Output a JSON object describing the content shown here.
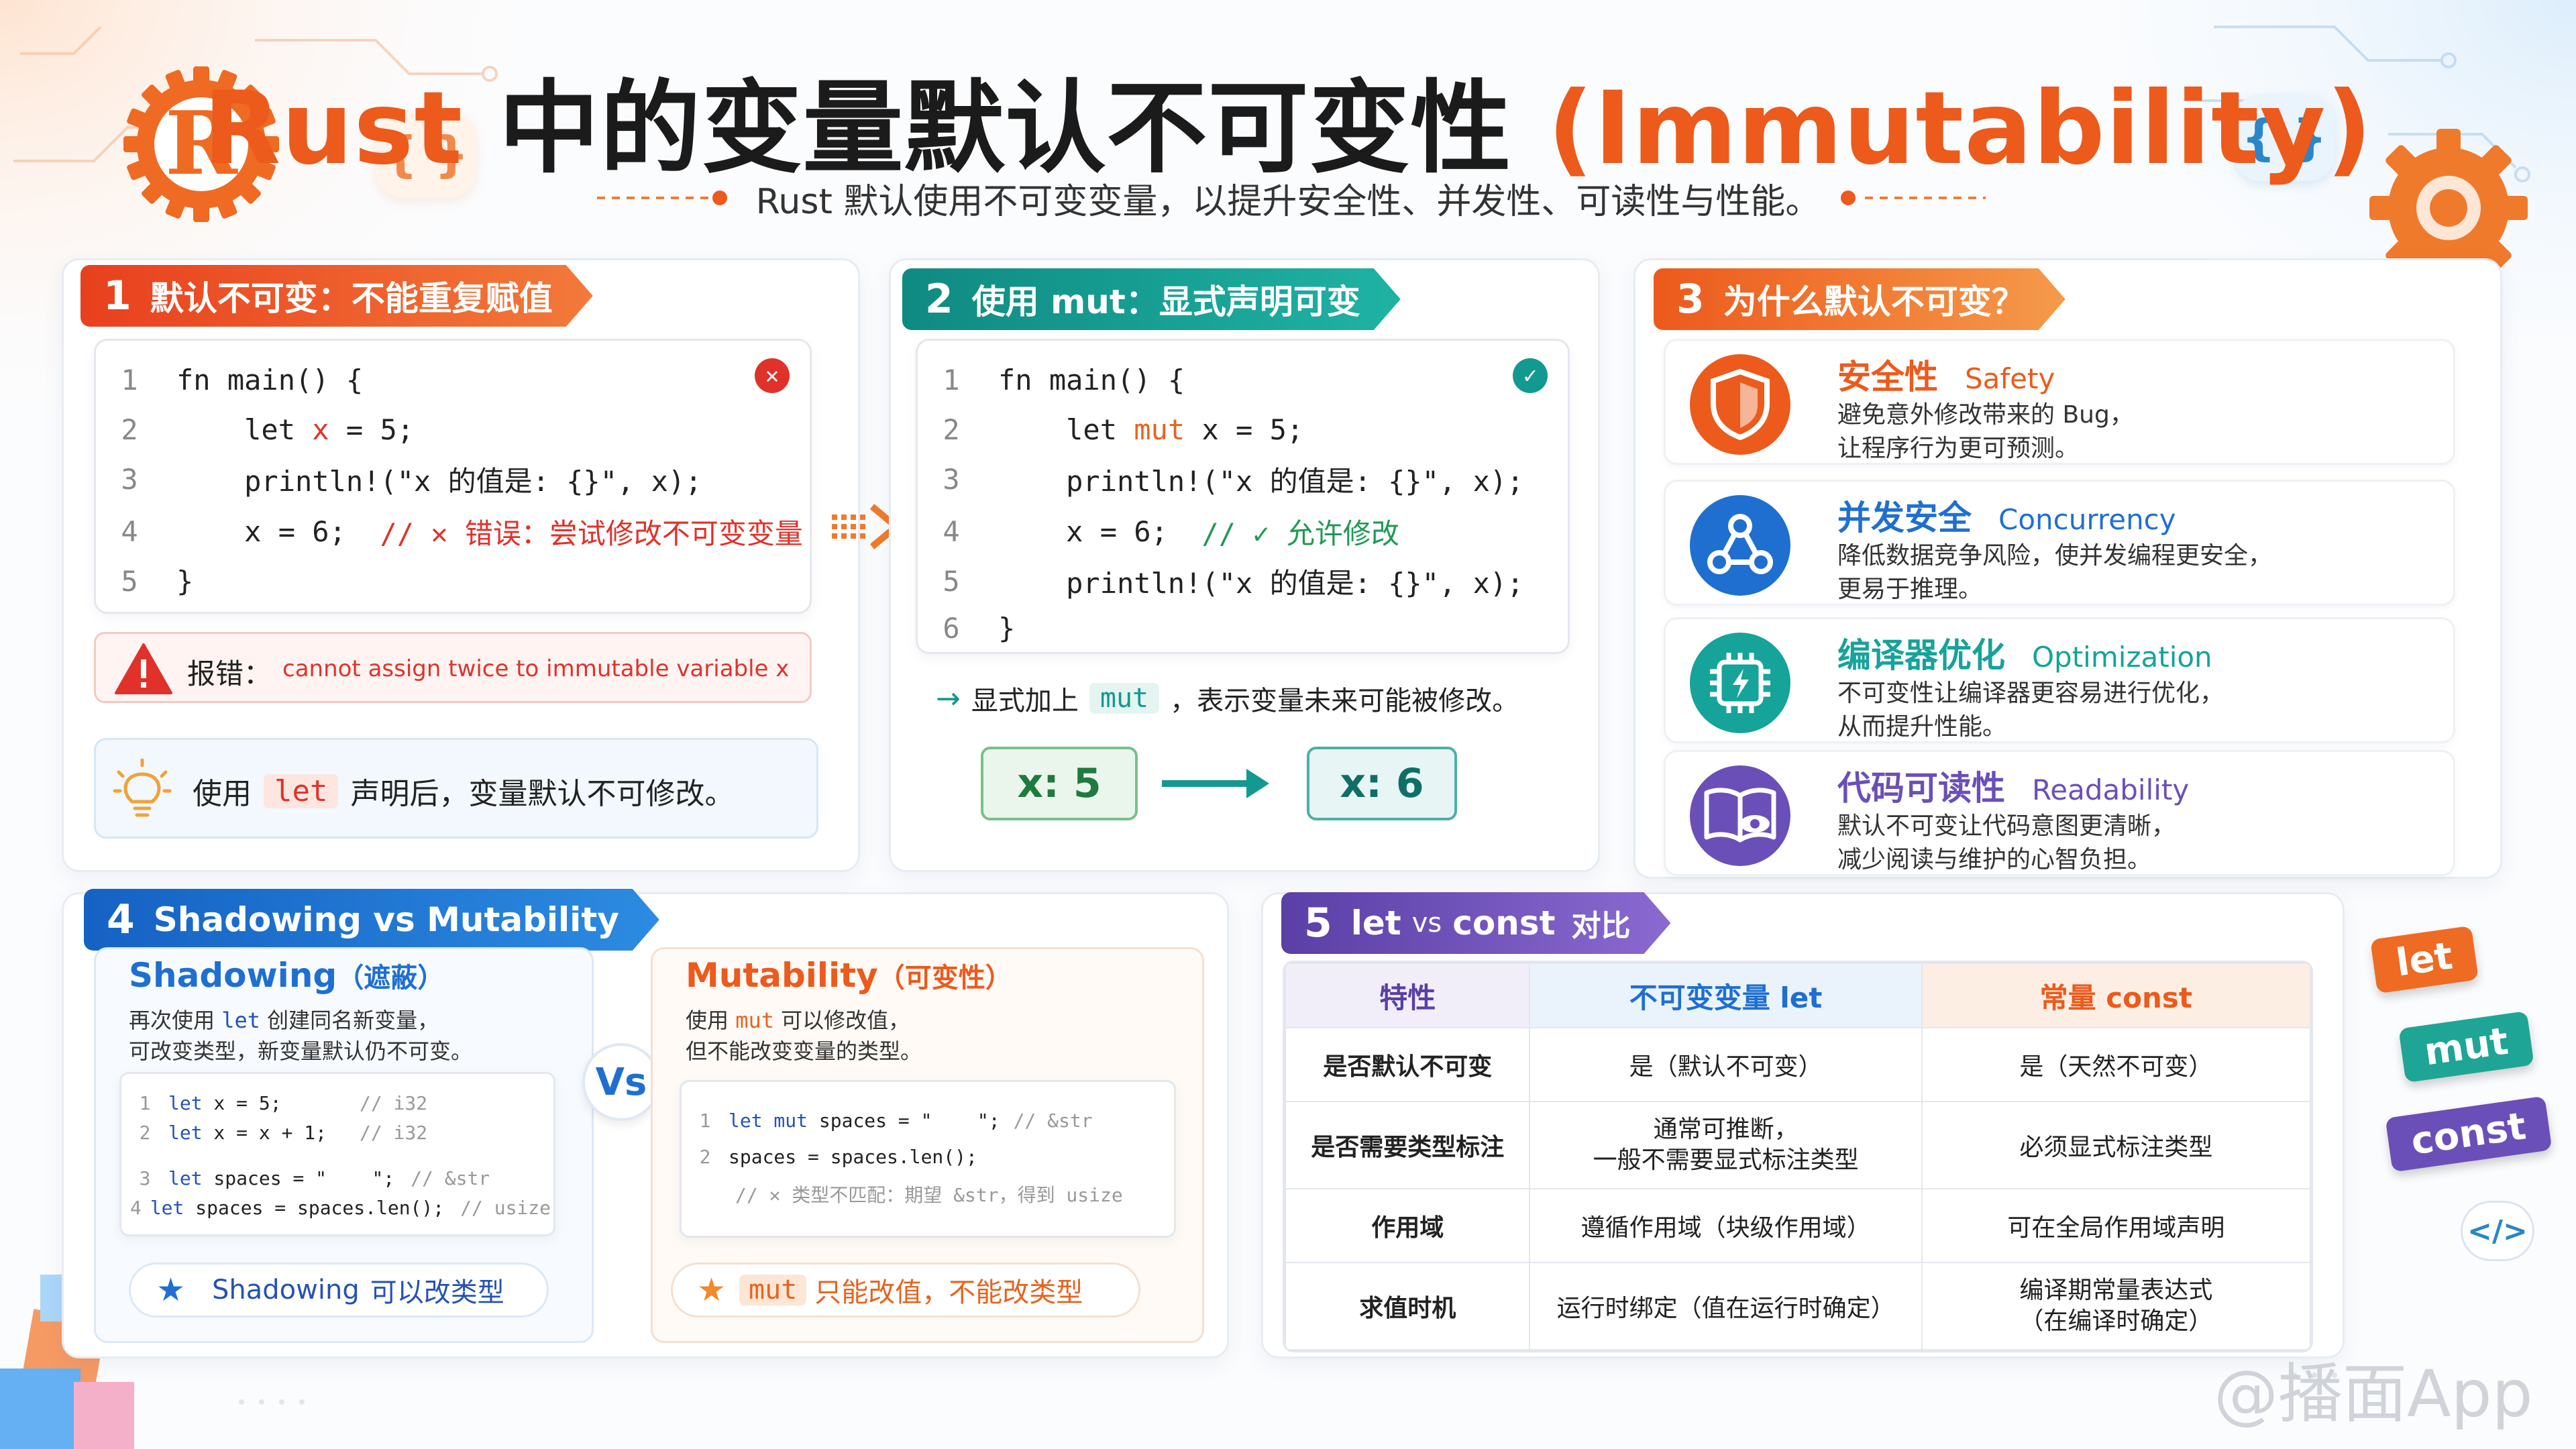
{
  "header": {
    "title_parts": [
      "Rust",
      "中的变量默认不可变性",
      "(Immutability)"
    ],
    "subtitle": "Rust 默认使用不可变变量，以提升安全性、并发性、可读性与性能。",
    "logo_letter": "R",
    "braces": "{ }"
  },
  "s1": {
    "num": "1",
    "title": "默认不可变：不能重复赋值",
    "code": [
      {
        "ln": "1",
        "pre": "fn main() {",
        "mid": "",
        "post": ""
      },
      {
        "ln": "2",
        "pre": "    let ",
        "mid": "x",
        "post": " = 5;"
      },
      {
        "ln": "3",
        "pre": "    println!(\"x 的值是: {}\", x);",
        "mid": "",
        "post": ""
      },
      {
        "ln": "4",
        "pre": "    x = 6;  ",
        "mid": "// ✕ 错误：尝试修改不可变变量",
        "post": ""
      },
      {
        "ln": "5",
        "pre": "}",
        "mid": "",
        "post": ""
      }
    ],
    "error_label": "报错：",
    "error_text": "cannot assign twice to immutable variable x",
    "tip_pre": "使用",
    "tip_kw": "let",
    "tip_post": "声明后，变量默认不可修改。"
  },
  "s2": {
    "num": "2",
    "title": "使用 mut：显式声明可变",
    "code": [
      {
        "ln": "1",
        "pre": "fn main() {",
        "mid": "",
        "post": ""
      },
      {
        "ln": "2",
        "pre": "    let ",
        "mid": "mut",
        "post": " x = 5;"
      },
      {
        "ln": "3",
        "pre": "    println!(\"x 的值是: {}\", x);",
        "mid": "",
        "post": ""
      },
      {
        "ln": "4",
        "pre": "    x = 6;  ",
        "mid": "// ✓ 允许修改",
        "post": ""
      },
      {
        "ln": "5",
        "pre": "    println!(\"x 的值是: {}\", x);",
        "mid": "",
        "post": ""
      },
      {
        "ln": "6",
        "pre": "}",
        "mid": "",
        "post": ""
      }
    ],
    "note_pre": "显式加上",
    "note_kw": "mut",
    "note_post": "，表示变量未来可能被修改。",
    "before": "x: 5",
    "after": "x: 6"
  },
  "s3": {
    "num": "3",
    "title": "为什么默认不可变？",
    "items": [
      {
        "title": "安全性",
        "en": "Safety",
        "desc1": "避免意外修改带来的 Bug，",
        "desc2": "让程序行为更可预测。",
        "color": "#ec5a1c",
        "icon": "shield-icon"
      },
      {
        "title": "并发安全",
        "en": "Concurrency",
        "desc1": "降低数据竞争风险，使并发编程更安全，",
        "desc2": "更易于推理。",
        "color": "#1f6fd1",
        "icon": "network-icon"
      },
      {
        "title": "编译器优化",
        "en": "Optimization",
        "desc1": "不可变性让编译器更容易进行优化，",
        "desc2": "从而提升性能。",
        "color": "#15a39a",
        "icon": "chip-icon"
      },
      {
        "title": "代码可读性",
        "en": "Readability",
        "desc1": "默认不可变让代码意图更清晰，",
        "desc2": "减少阅读与维护的心智负担。",
        "color": "#6b4fb8",
        "icon": "book-icon"
      }
    ]
  },
  "s4": {
    "num": "4",
    "title": "Shadowing vs Mutability",
    "left": {
      "title": "Shadowing",
      "title_cn": "（遮蔽）",
      "desc1_pre": "再次使用",
      "desc1_kw": "let",
      "desc1_post": "创建同名新变量，",
      "desc2": "可改变类型，新变量默认仍不可变。",
      "code": [
        {
          "ln": "1",
          "kw": "let",
          "src": " x = 5;",
          "cm": "// i32"
        },
        {
          "ln": "2",
          "kw": "let",
          "src": " x = x + 1;",
          "cm": "// i32"
        },
        {
          "ln": "3",
          "kw": "let",
          "src": " spaces = \"    \";",
          "cm": "// &str"
        },
        {
          "ln": "4",
          "kw": "let",
          "src": " spaces = spaces.len();",
          "cm": "// usize"
        }
      ],
      "badge": "Shadowing",
      "badge_post": "可以改类型"
    },
    "vs": "Vs",
    "right": {
      "title": "Mutability",
      "title_cn": "（可变性）",
      "desc1_pre": "使用",
      "desc1_kw": "mut",
      "desc1_post": "可以修改值，",
      "desc2": "但不能改变变量的类型。",
      "code": [
        {
          "ln": "1",
          "kw": "let mut",
          "src": " spaces = \"    \";",
          "cm": "// &str"
        },
        {
          "ln": "2",
          "kw": "",
          "src": "spaces = spaces.len();",
          "cm": ""
        }
      ],
      "err_line": "// ✕ 类型不匹配：期望 &str，得到 usize",
      "badge": "mut",
      "badge_post": "只能改值，不能改类型"
    }
  },
  "s5": {
    "num": "5",
    "title_pre": "let",
    "title_vs": "vs",
    "title_const": "const",
    "title_post": "对比",
    "headers": [
      "特性",
      "不可变变量 let",
      "常量 const"
    ],
    "rows": [
      [
        "是否默认不可变",
        "是（默认不可变）",
        "是（天然不可变）"
      ],
      [
        "是否需要类型标注",
        "通常可推断，\n一般不需要显式标注类型",
        "必须显式标注类型"
      ],
      [
        "作用域",
        "遵循作用域（块级作用域）",
        "可在全局作用域声明"
      ],
      [
        "求值时机",
        "运行时绑定（值在运行时确定）",
        "编译期常量表达式\n（在编译时确定）"
      ]
    ]
  },
  "tags": [
    "let",
    "mut",
    "const"
  ],
  "code_icon": "</>",
  "watermark": "@播面App",
  "colors": {
    "orange": "#ec5a1c",
    "teal": "#13998f",
    "blue": "#1f6fd1",
    "purple": "#6b4fb8",
    "red": "#e0322a",
    "green": "#1f9a55"
  }
}
